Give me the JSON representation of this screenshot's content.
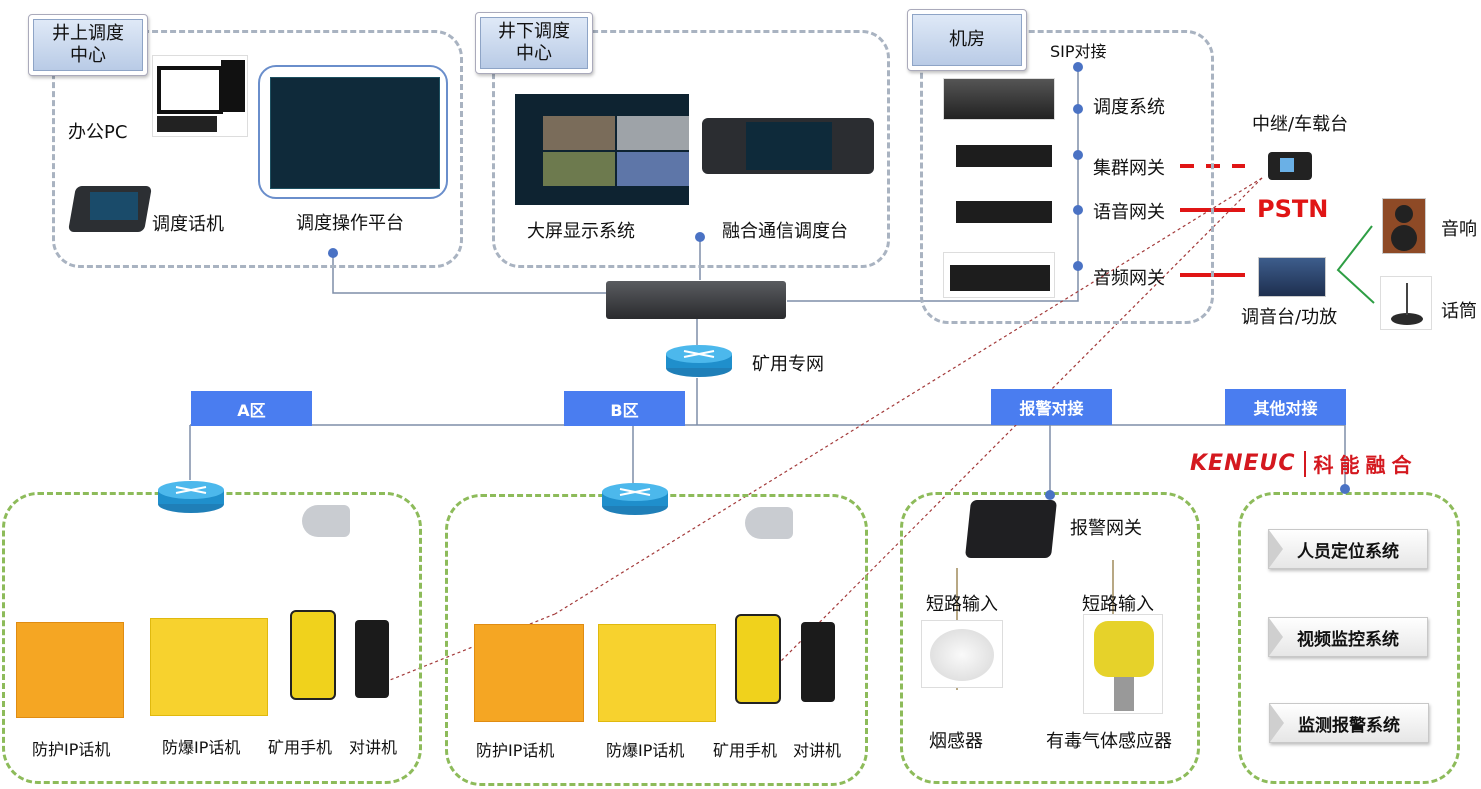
{
  "zones": {
    "surface_dispatch": {
      "title": "井上调度\n中心",
      "office_pc": "办公PC",
      "dispatch_phone": "调度话机",
      "dispatch_platform": "调度操作平台"
    },
    "underground_dispatch": {
      "title": "井下调度\n中心",
      "big_screen": "大屏显示系统",
      "fusion_console": "融合通信调度台"
    },
    "server_room": {
      "title": "机房",
      "sip": "SIP对接",
      "dispatch_system": "调度系统",
      "trunk_gateway": "集群网关",
      "voice_gateway": "语音网关",
      "audio_gateway": "音频网关"
    }
  },
  "external": {
    "relay": "中继/车载台",
    "pstn": "PSTN",
    "mixer": "调音台/功放",
    "speaker": "音响",
    "microphone": "话筒"
  },
  "network": {
    "mine_network": "矿用专网",
    "zone_a": "A区",
    "zone_b": "B区",
    "alarm_dock": "报警对接",
    "other_dock": "其他对接"
  },
  "area_a": {
    "protect_phone": "防护IP话机",
    "explosion_phone": "防爆IP话机",
    "mine_mobile": "矿用手机",
    "walkie": "对讲机"
  },
  "area_b": {
    "protect_phone": "防护IP话机",
    "explosion_phone": "防爆IP话机",
    "mine_mobile": "矿用手机",
    "walkie": "对讲机"
  },
  "alarm": {
    "gateway": "报警网关",
    "short_input_1": "短路输入",
    "short_input_2": "短路输入",
    "smoke": "烟感器",
    "gas": "有毒气体感应器"
  },
  "other_systems": [
    "人员定位系统",
    "视频监控系统",
    "监测报警系统"
  ],
  "logo": {
    "en": "KENEUC",
    "cn": "科能融合"
  },
  "colors": {
    "zone_blue": "#4a7df0",
    "red_link": "#e01515",
    "green_link": "#2e9e44",
    "dash_grey": "#a9b3c1",
    "dash_green": "#8dbb5a",
    "node_dot": "#4a72c4"
  }
}
